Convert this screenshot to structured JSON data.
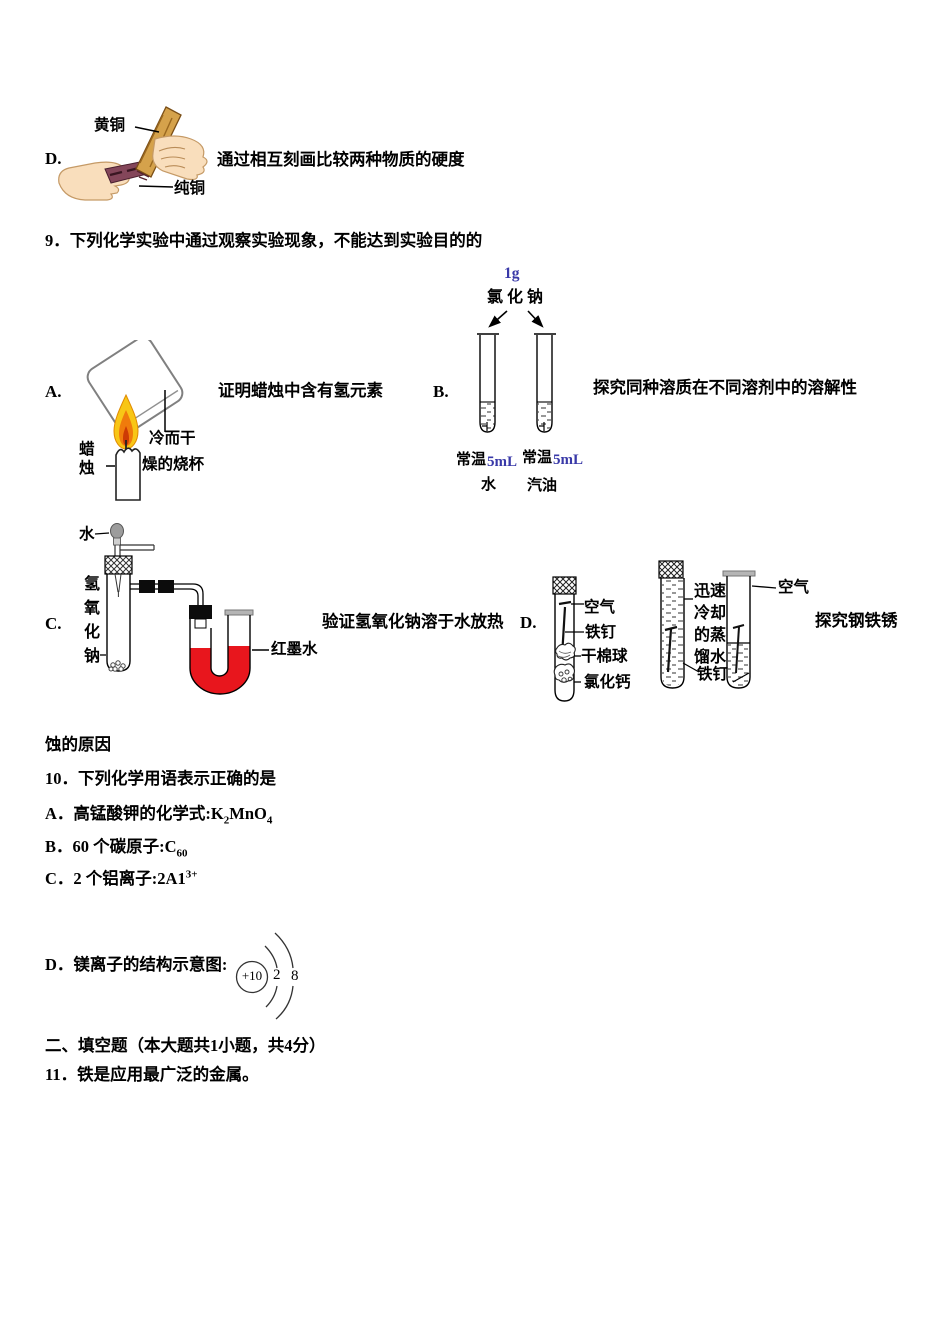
{
  "colors": {
    "liquid_red": "#e8161d",
    "measure_blue": "#3939a8",
    "flame_yellow": "#f8c616",
    "brass": "#d5a24b",
    "copper": "#84465a"
  },
  "q8d": {
    "letter": "D.",
    "brass_label": "黄铜",
    "copper_label": "纯铜",
    "text": "通过相互刻画比较两种物质的硬度"
  },
  "q9": {
    "title": "9．下列化学实验中通过观察实验现象，不能达到实验目的的",
    "a": {
      "letter": "A.",
      "candle": "蜡烛",
      "beaker_line1": "冷而干",
      "beaker_line2": "燥的烧杯",
      "text": "证明蜡烛中含有氢元素"
    },
    "b": {
      "letter": "B.",
      "mass": "1g",
      "solute": "氯化钠",
      "temp1": "常温",
      "vol1": "5mL",
      "solvent1": "水",
      "temp2": "常温",
      "vol2": "5mL",
      "solvent2": "汽油",
      "text": "探究同种溶质在不同溶剂中的溶解性"
    },
    "c": {
      "letter": "C.",
      "water": "水",
      "naoh": "氢氧化钠",
      "red_ink": "红墨水",
      "text": "验证氢氧化钠溶于水放热"
    },
    "d": {
      "letter": "D.",
      "air1": "空气",
      "nail1": "铁钉",
      "cotton": "干棉球",
      "cacl2": "氯化钙",
      "distilled": "迅速冷却的蒸馏水",
      "nail2": "铁钉",
      "air2": "空气",
      "text": "探究钢铁锈",
      "text_cont": "蚀的原因"
    }
  },
  "q10": {
    "title": "10．下列化学用语表示正确的是",
    "a_text": "A．高锰酸钾的化学式:K",
    "a_sub": "2",
    "a_text2": "MnO",
    "a_sub2": "4",
    "b_text": "B．60 个碳原子:C",
    "b_sub": "60",
    "c_text": "C．2 个铝离子:2A1",
    "c_sup": "3+",
    "d_text": "D．镁离子的结构示意图:",
    "nucleus": "+10",
    "shell_inner": "2",
    "shell_outer": "8"
  },
  "section2": {
    "title": "二、填空题（本大题共1小题，共4分）",
    "q11": "11．铁是应用最广泛的金属。"
  }
}
